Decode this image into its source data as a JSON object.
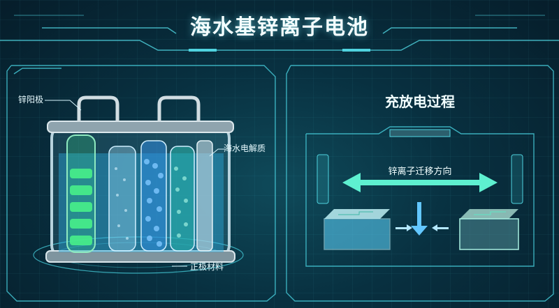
{
  "title": "海水基锌离子电池",
  "left_panel": {
    "labels": {
      "anode": "锌阳极",
      "electrolyte": "海水电解质",
      "cathode": "正极材料"
    }
  },
  "right_panel": {
    "title": "充放电过程",
    "migration_label": "锌离子迁移方向"
  },
  "colors": {
    "accent": "#39e6d8",
    "frame": "#48c9d6",
    "zinc_glow": "#48f08a",
    "electrolyte": "#2aa6d8"
  }
}
